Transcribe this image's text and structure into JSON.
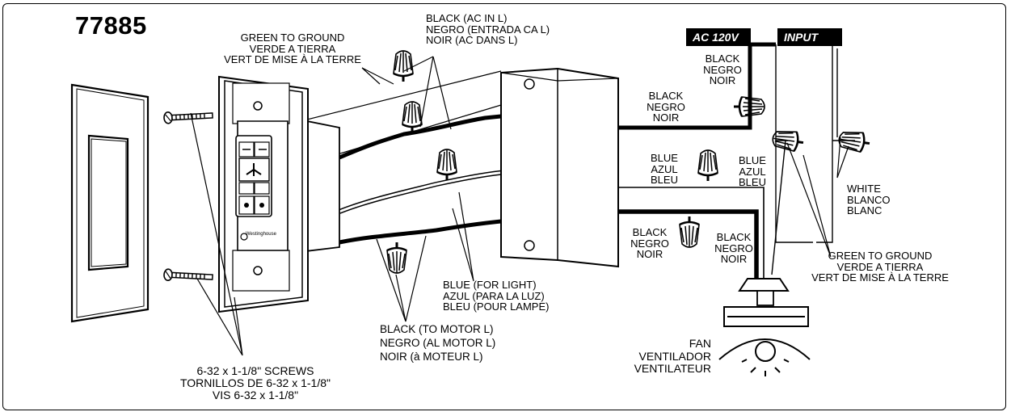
{
  "model_number": "77885",
  "tags": {
    "ac_supply": "AC 120V",
    "input": "INPUT"
  },
  "labels": {
    "ground_left": [
      "GREEN TO GROUND",
      "VERDE A TIERRA",
      "VERT DE MISE À LA TERRE"
    ],
    "black_ac_in": [
      "BLACK (AC IN L)",
      "NEGRO (ENTRADA CA L)",
      "NOIR (AC DANS L)"
    ],
    "black_supply": [
      "BLACK",
      "NEGRO",
      "NOIR"
    ],
    "black_box": [
      "BLACK",
      "NEGRO",
      "NOIR"
    ],
    "blue_left": [
      "BLUE",
      "AZUL",
      "BLEU"
    ],
    "blue_right": [
      "BLUE",
      "AZUL",
      "BLEU"
    ],
    "white": [
      "WHITE",
      "BLANCO",
      "BLANC"
    ],
    "black_low_left": [
      "BLACK",
      "NEGRO",
      "NOIR"
    ],
    "black_low_right": [
      "BLACK",
      "NEGRO",
      "NOIR"
    ],
    "ground_right": [
      "GREEN TO GROUND",
      "VERDE A TIERRA",
      "VERT DE MISE À LA TERRE"
    ],
    "blue_light": [
      "BLUE (FOR LIGHT)",
      "AZUL (PARA LA LUZ)",
      "BLEU (POUR LAMPE)"
    ],
    "black_motor": [
      "BLACK (TO MOTOR L)",
      "NEGRO (AL MOTOR L)",
      "NOIR (à MOTEUR L)"
    ],
    "fan": [
      "FAN",
      "VENTILADOR",
      "VENTILATEUR"
    ],
    "screws": [
      "6-32 x 1-1/8\" SCREWS",
      "TORNILLOS DE 6-32 x 1-1/8\"",
      "VIS 6-32 x 1-1/8\""
    ]
  },
  "switch_brand": "Westinghouse"
}
